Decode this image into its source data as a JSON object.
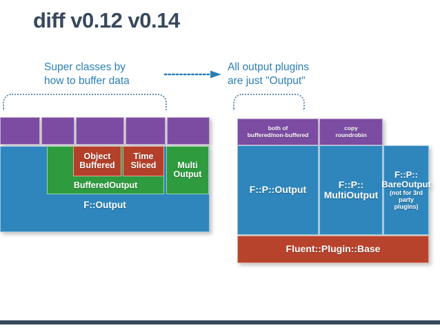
{
  "slide": {
    "title": "diff v0.12 v0.14",
    "title_color": "#37485c",
    "background": "#ffffff"
  },
  "annotations": {
    "left_caption": "Super classes by\nhow to buffer data",
    "right_caption": "All output plugins\nare just \"Output\"",
    "caption_color": "#2a7fb5",
    "arrow": "dotted-arrow-right"
  },
  "palette": {
    "purple": "#7b4ca1",
    "blue": "#2e86bd",
    "green": "#2e9b3e",
    "red": "#b5402a",
    "base_red": "#b8432c",
    "footer": "#37485c"
  },
  "left_diagram": {
    "name": "v0.12 class hierarchy",
    "top_row_boxes": [
      "",
      "",
      "",
      "",
      ""
    ],
    "base": "F::Output",
    "mid_green": "BufferedOutput",
    "red_boxes": [
      "Object\nBuffered",
      "Time\nSliced"
    ],
    "side_green": "Multi\nOutput"
  },
  "right_diagram": {
    "name": "v0.14 class hierarchy",
    "top_labels": [
      "both of\nbuffered/non-buffered",
      "copy\nroundrobin"
    ],
    "columns": [
      {
        "label": "F::P::Output",
        "note": ""
      },
      {
        "label": "F::P::\nMultiOutput",
        "note": ""
      },
      {
        "label": "F::P::\nBareOutput",
        "note": "(not for 3rd party\nplugins)"
      }
    ],
    "base": "Fluent::Plugin::Base"
  }
}
